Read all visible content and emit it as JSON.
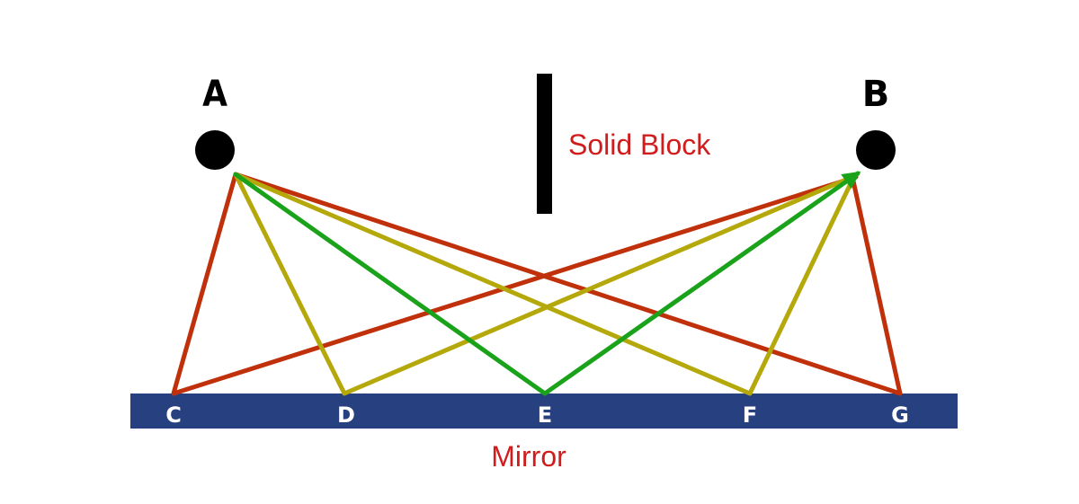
{
  "labels": {
    "point_a": "A",
    "point_b": "B",
    "block": "Solid Block",
    "mirror": "Mirror",
    "mirror_points": [
      "C",
      "D",
      "E",
      "F",
      "G"
    ]
  },
  "colors": {
    "mirror": "#27407f",
    "block": "#000000",
    "red_path": "#c0300a",
    "yellow_path": "#b5a80a",
    "green_path": "#1aa31a",
    "text_red": "#d01c1c",
    "points": "#000000"
  },
  "paths": [
    {
      "color": "red_path",
      "from": "A",
      "via": "C",
      "to": "B"
    },
    {
      "color": "red_path",
      "from": "A",
      "via": "G",
      "to": "B"
    },
    {
      "color": "yellow_path",
      "from": "A",
      "via": "D",
      "to": "B"
    },
    {
      "color": "yellow_path",
      "from": "A",
      "via": "F",
      "to": "B"
    },
    {
      "color": "green_path",
      "from": "A",
      "via": "E",
      "to": "B"
    }
  ]
}
